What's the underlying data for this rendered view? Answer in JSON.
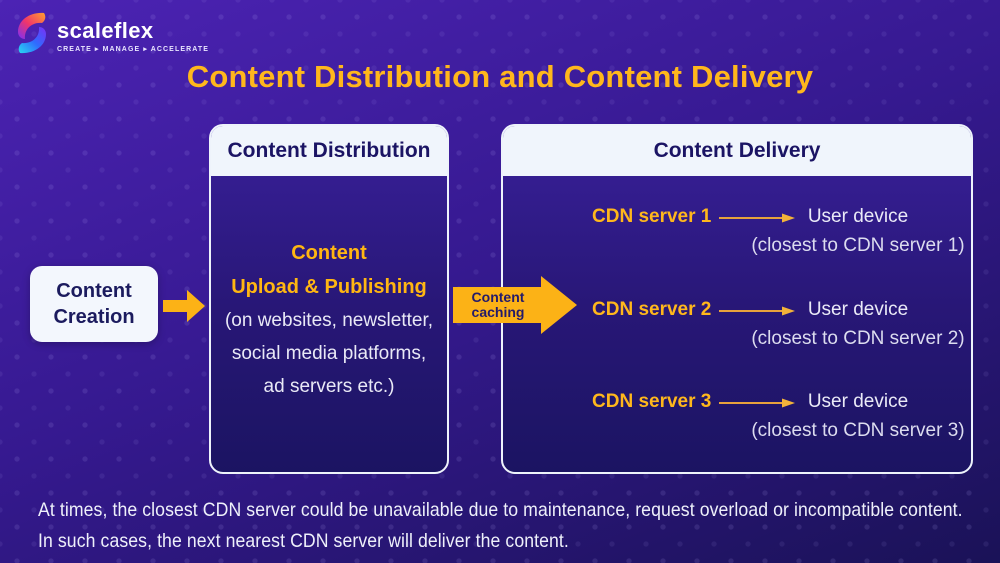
{
  "brand": {
    "name": "scaleflex",
    "tagline": "CREATE ▸ MANAGE ▸ ACCELERATE"
  },
  "title": "Content Distribution and Content Delivery",
  "creation_box": {
    "line1": "Content",
    "line2": "Creation"
  },
  "caching_arrow": {
    "line1": "Content",
    "line2": "caching"
  },
  "distribution_panel": {
    "header": "Content Distribution",
    "highlight_line1": "Content",
    "highlight_line2": "Upload & Publishing",
    "detail_line1": "(on websites, newsletter,",
    "detail_line2": "social media platforms,",
    "detail_line3": "ad servers etc.)"
  },
  "delivery_panel": {
    "header": "Content Delivery",
    "rows": [
      {
        "server": "CDN server 1",
        "device": "User device",
        "note": "(closest to CDN server 1)"
      },
      {
        "server": "CDN server 2",
        "device": "User device",
        "note": "(closest to CDN server 2)"
      },
      {
        "server": "CDN server 3",
        "device": "User device",
        "note": "(closest to CDN server 3)"
      }
    ]
  },
  "footer": {
    "line1": "At times, the closest CDN server could be unavailable due to maintenance, request overload or incompatible content.",
    "line2": "In such cases, the next nearest CDN server will deliver the content."
  },
  "colors": {
    "accent_yellow": "#ffb71c",
    "arrow_yellow": "#fcb216",
    "header_bg": "#f0f5fc",
    "navy_text": "#1b1464",
    "background_purple": "#35198f"
  }
}
